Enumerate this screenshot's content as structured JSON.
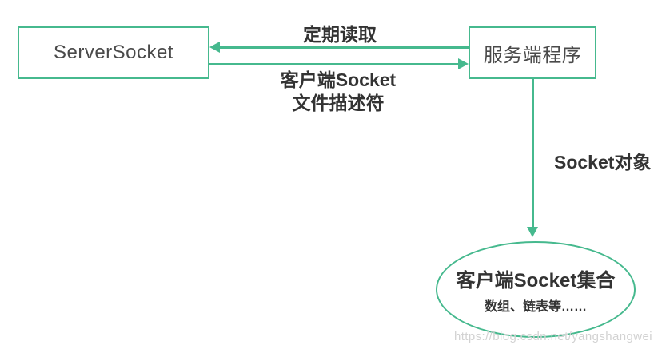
{
  "diagram": {
    "type": "flow-diagram",
    "colors": {
      "accent": "#46b98e",
      "node_text": "#4a4a4a",
      "label_text": "#333333",
      "watermark_text": "#d2d2d2",
      "background": "#ffffff"
    },
    "nodes": {
      "server_socket": {
        "label": "ServerSocket",
        "shape": "rectangle"
      },
      "server_program": {
        "label": "服务端程序",
        "shape": "rectangle"
      },
      "client_socket_collection": {
        "shape": "ellipse",
        "title": "客户端Socket集合",
        "subtitle": "数组、链表等……"
      }
    },
    "edges": {
      "periodic_read": {
        "from": "server_program",
        "to": "server_socket",
        "direction": "left",
        "label": "定期读取"
      },
      "client_socket_fd": {
        "from": "server_socket",
        "to": "server_program",
        "direction": "right",
        "label_line1": "客户端Socket",
        "label_line2": "文件描述符"
      },
      "socket_object": {
        "from": "server_program",
        "to": "client_socket_collection",
        "direction": "down",
        "label": "Socket对象"
      }
    },
    "watermark": "https://blog.csdn.net/yangshangwei"
  }
}
